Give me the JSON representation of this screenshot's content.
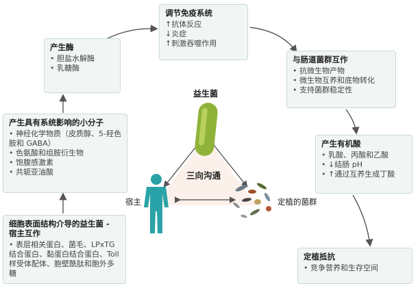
{
  "center": {
    "probiotic_label": "益生菌",
    "host_label": "宿主",
    "colony_label": "定植的菌群",
    "triangle_label": "三向沟通"
  },
  "immune": {
    "title": "调节免疫系统",
    "items": [
      "↑抗体反应",
      "↓炎症",
      "↑刺激吞噬作用"
    ]
  },
  "gut": {
    "title": "与肠道菌群互作",
    "items": [
      "抗微生物产物",
      "微生物互养和底物转化",
      "支持菌群稳定性"
    ]
  },
  "acids": {
    "title": "产生有机酸",
    "items": [
      "乳酸、丙酸和乙酸",
      "↓结肠 pH",
      "↑通过互养生成丁酸"
    ]
  },
  "resist": {
    "title": "定植抵抗",
    "items": [
      "竞争营养和生存空间"
    ]
  },
  "enzyme": {
    "title": "产生酶",
    "items": [
      "胆盐水解酶",
      "乳糖酶"
    ]
  },
  "small": {
    "title": "产生具有系统影响的小分子",
    "items": [
      "神经化学物质（皮质醇、5-羟色胺和 GABA）",
      "色氨酸和组胺衍生物",
      "饱腹感激素",
      "共轭亚油酸"
    ]
  },
  "surface": {
    "title": "细胞表面结构介导的益生菌 - 宿主互作",
    "items": [
      "表层相关蛋白、菌毛、LPxTG 结合蛋白、黏蛋白结合蛋白、Toll 样受体配体、胞壁酰肽和胞外多糖"
    ]
  },
  "colors": {
    "card_bg": "#f1f6f4",
    "arrow": "#555555",
    "probiotic": "#8fb339",
    "host": "#2aa3a8"
  }
}
